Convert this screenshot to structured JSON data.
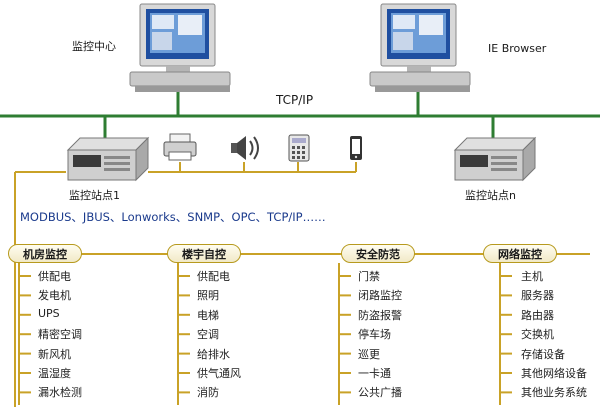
{
  "stations": {
    "monitor_center": "监控中心",
    "ie_browser": "IE Browser",
    "station_1": "监控站点1",
    "station_n": "监控站点n"
  },
  "network": {
    "backbone": "TCP/IP",
    "protocols": "MODBUS、JBUS、Lonworks、SNMP、OPC、TCP/IP……"
  },
  "peripherals": [
    "printer-icon",
    "speaker-icon",
    "telephone-icon",
    "mobile-phone-icon"
  ],
  "colors": {
    "backbone_line": "#2e7d32",
    "tree_line": "#c9a227",
    "category_border": "#b79a1e",
    "protocol_text": "#1a3a8c"
  },
  "categories": [
    {
      "title": "机房监控",
      "items": [
        "供配电",
        "发电机",
        "UPS",
        "精密空调",
        "新风机",
        "温湿度",
        "漏水检测"
      ]
    },
    {
      "title": "楼宇自控",
      "items": [
        "供配电",
        "照明",
        "电梯",
        "空调",
        "给排水",
        "供气通风",
        "消防"
      ]
    },
    {
      "title": "安全防范",
      "items": [
        "门禁",
        "闭路监控",
        "防盗报警",
        "停车场",
        "巡更",
        "一卡通",
        "公共广播"
      ]
    },
    {
      "title": "网络监控",
      "items": [
        "主机",
        "服务器",
        "路由器",
        "交换机",
        "存储设备",
        "其他网络设备",
        "其他业务系统"
      ]
    }
  ]
}
